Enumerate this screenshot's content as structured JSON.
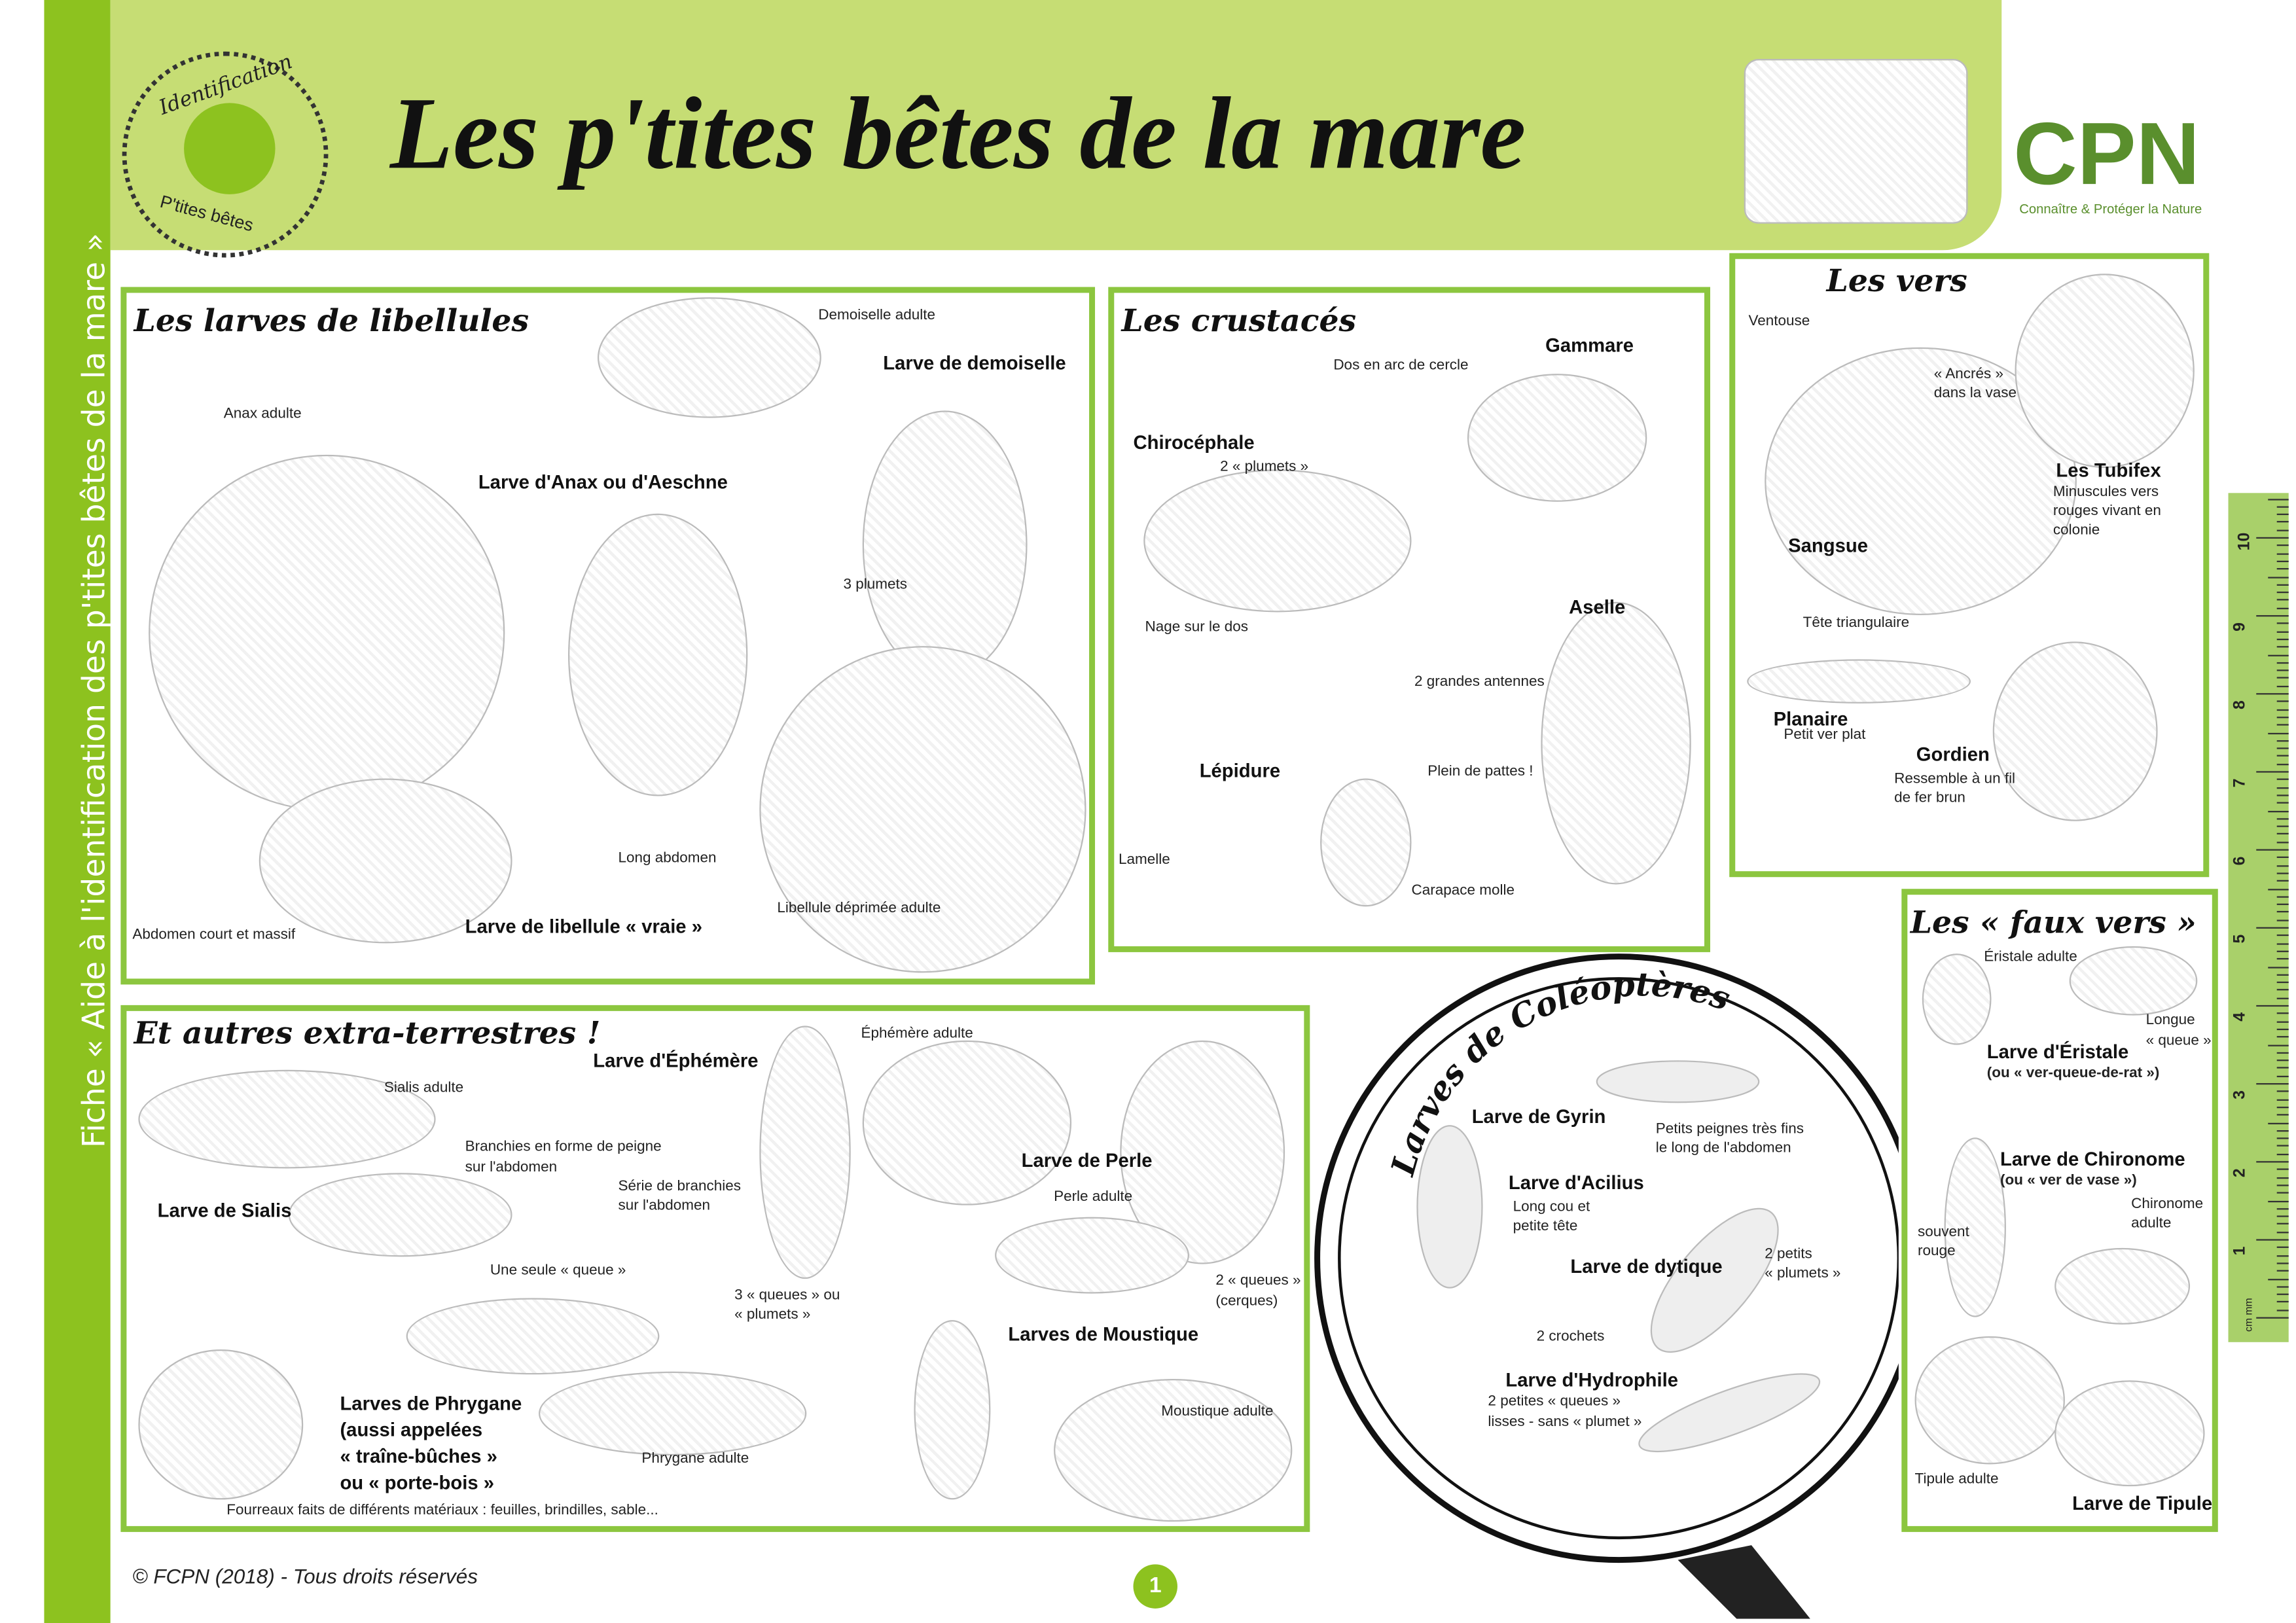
{
  "sidebar": {
    "text": "Fiche  « Aide à l'identification des p'tites bêtes de la mare »"
  },
  "header": {
    "title": "Les p'tites bêtes de la mare",
    "stamp_top": "Identification",
    "stamp_bottom": "P'tites bêtes"
  },
  "logo": {
    "name": "CPN",
    "tagline": "Connaître & Protéger la Nature",
    "color": "#5a8f2d"
  },
  "libellules": {
    "title": "Les larves de libellules",
    "labels": {
      "demoiselle_adulte": "Demoiselle adulte",
      "larve_demoiselle": "Larve de demoiselle",
      "anax_adulte": "Anax adulte",
      "larve_anax": "Larve d'Anax ou d'Aeschne",
      "plumets": "3 plumets",
      "long_abdomen": "Long abdomen",
      "libellule_deprimee": "Libellule déprimée adulte",
      "abdomen_court": "Abdomen court et massif",
      "larve_vraie": "Larve de libellule « vraie »"
    }
  },
  "crustaces": {
    "title": "Les crustacés",
    "labels": {
      "gammare": "Gammare",
      "dos_arc": "Dos en arc de cercle",
      "chirocephale": "Chirocéphale",
      "plumets": "2 « plumets »",
      "nage": "Nage sur le dos",
      "aselle": "Aselle",
      "antennes": "2 grandes antennes",
      "lepidure": "Lépidure",
      "pattes": "Plein de pattes !",
      "lamelle": "Lamelle",
      "carapace": "Carapace molle"
    }
  },
  "vers": {
    "title": "Les vers",
    "labels": {
      "ventouse": "Ventouse",
      "ancres_1": "« Ancrés »",
      "ancres_2": "dans la vase",
      "tubifex": "Les Tubifex",
      "tubifex_d1": "Minuscules vers",
      "tubifex_d2": "rouges vivant en",
      "tubifex_d3": "colonie",
      "sangsue": "Sangsue",
      "tete": "Tête triangulaire",
      "planaire": "Planaire",
      "planaire_d": "Petit ver plat",
      "gordien": "Gordien",
      "gordien_d1": "Ressemble à un fil",
      "gordien_d2": "de fer brun"
    }
  },
  "faux_vers": {
    "title": "Les « faux vers »",
    "labels": {
      "eristale_adulte": "Éristale adulte",
      "longue": "Longue",
      "queue": "« queue »",
      "larve_eristale": "Larve d'Éristale",
      "eristale_alt": "(ou « ver-queue-de-rat »)",
      "larve_chironome": "Larve de Chironome",
      "chironome_alt": "(ou « ver de vase »)",
      "chironome_adulte_1": "Chironome",
      "chironome_adulte_2": "adulte",
      "souvent": "souvent",
      "rouge": "rouge",
      "tipule_adulte": "Tipule adulte",
      "larve_tipule": "Larve de Tipule"
    }
  },
  "ruler": {
    "numbers": [
      "10",
      "9",
      "8",
      "7",
      "6",
      "5",
      "4",
      "3",
      "2",
      "1"
    ],
    "units": "cm mm"
  },
  "autres": {
    "title": "Et autres extra-terrestres !",
    "labels": {
      "sialis_adulte": "Sialis adulte",
      "branchies_1": "Branchies en forme de peigne",
      "branchies_2": "sur l'abdomen",
      "larve_sialis": "Larve de Sialis",
      "une_queue": "Une seule « queue »",
      "larve_ephemere": "Larve d'Éphémère",
      "ephemere_adulte": "Éphémère adulte",
      "serie_1": "Série de branchies",
      "serie_2": "sur l'abdomen",
      "trois_queues_1": "3 « queues » ou",
      "trois_queues_2": "« plumets »",
      "larve_perle": "Larve de Perle",
      "perle_adulte": "Perle adulte",
      "deux_queues_1": "2 « queues »",
      "deux_queues_2": "(cerques)",
      "larves_moustique": "Larves de Moustique",
      "moustique_adulte": "Moustique adulte",
      "phrygane_1": "Larves de Phrygane",
      "phrygane_2": "(aussi appelées",
      "phrygane_3": "« traîne-bûches »",
      "phrygane_4": "ou « porte-bois »",
      "phrygane_adulte": "Phrygane adulte",
      "fourreaux": "Fourreaux faits de différents matériaux : feuilles, brindilles, sable..."
    }
  },
  "coleopteres": {
    "title": "Larves de Coléoptères",
    "labels": {
      "gyrin": "Larve de Gyrin",
      "peignes_1": "Petits peignes très fins",
      "peignes_2": "le long de l'abdomen",
      "acilius": "Larve d'Acilius",
      "cou_1": "Long cou et",
      "cou_2": "petite tête",
      "dytique": "Larve de dytique",
      "petits_1": "2 petits",
      "petits_2": "« plumets »",
      "crochets": "2 crochets",
      "hydrophile": "Larve d'Hydrophile",
      "queues_1": "2 petites « queues »",
      "queues_2": "lisses - sans « plumet »"
    }
  },
  "footer": {
    "copyright": "© FCPN (2018) - Tous droits réservés",
    "page": "1"
  },
  "colors": {
    "green": "#8dc21f",
    "light_green": "#c6dd74",
    "border_green": "#8cc63f"
  }
}
